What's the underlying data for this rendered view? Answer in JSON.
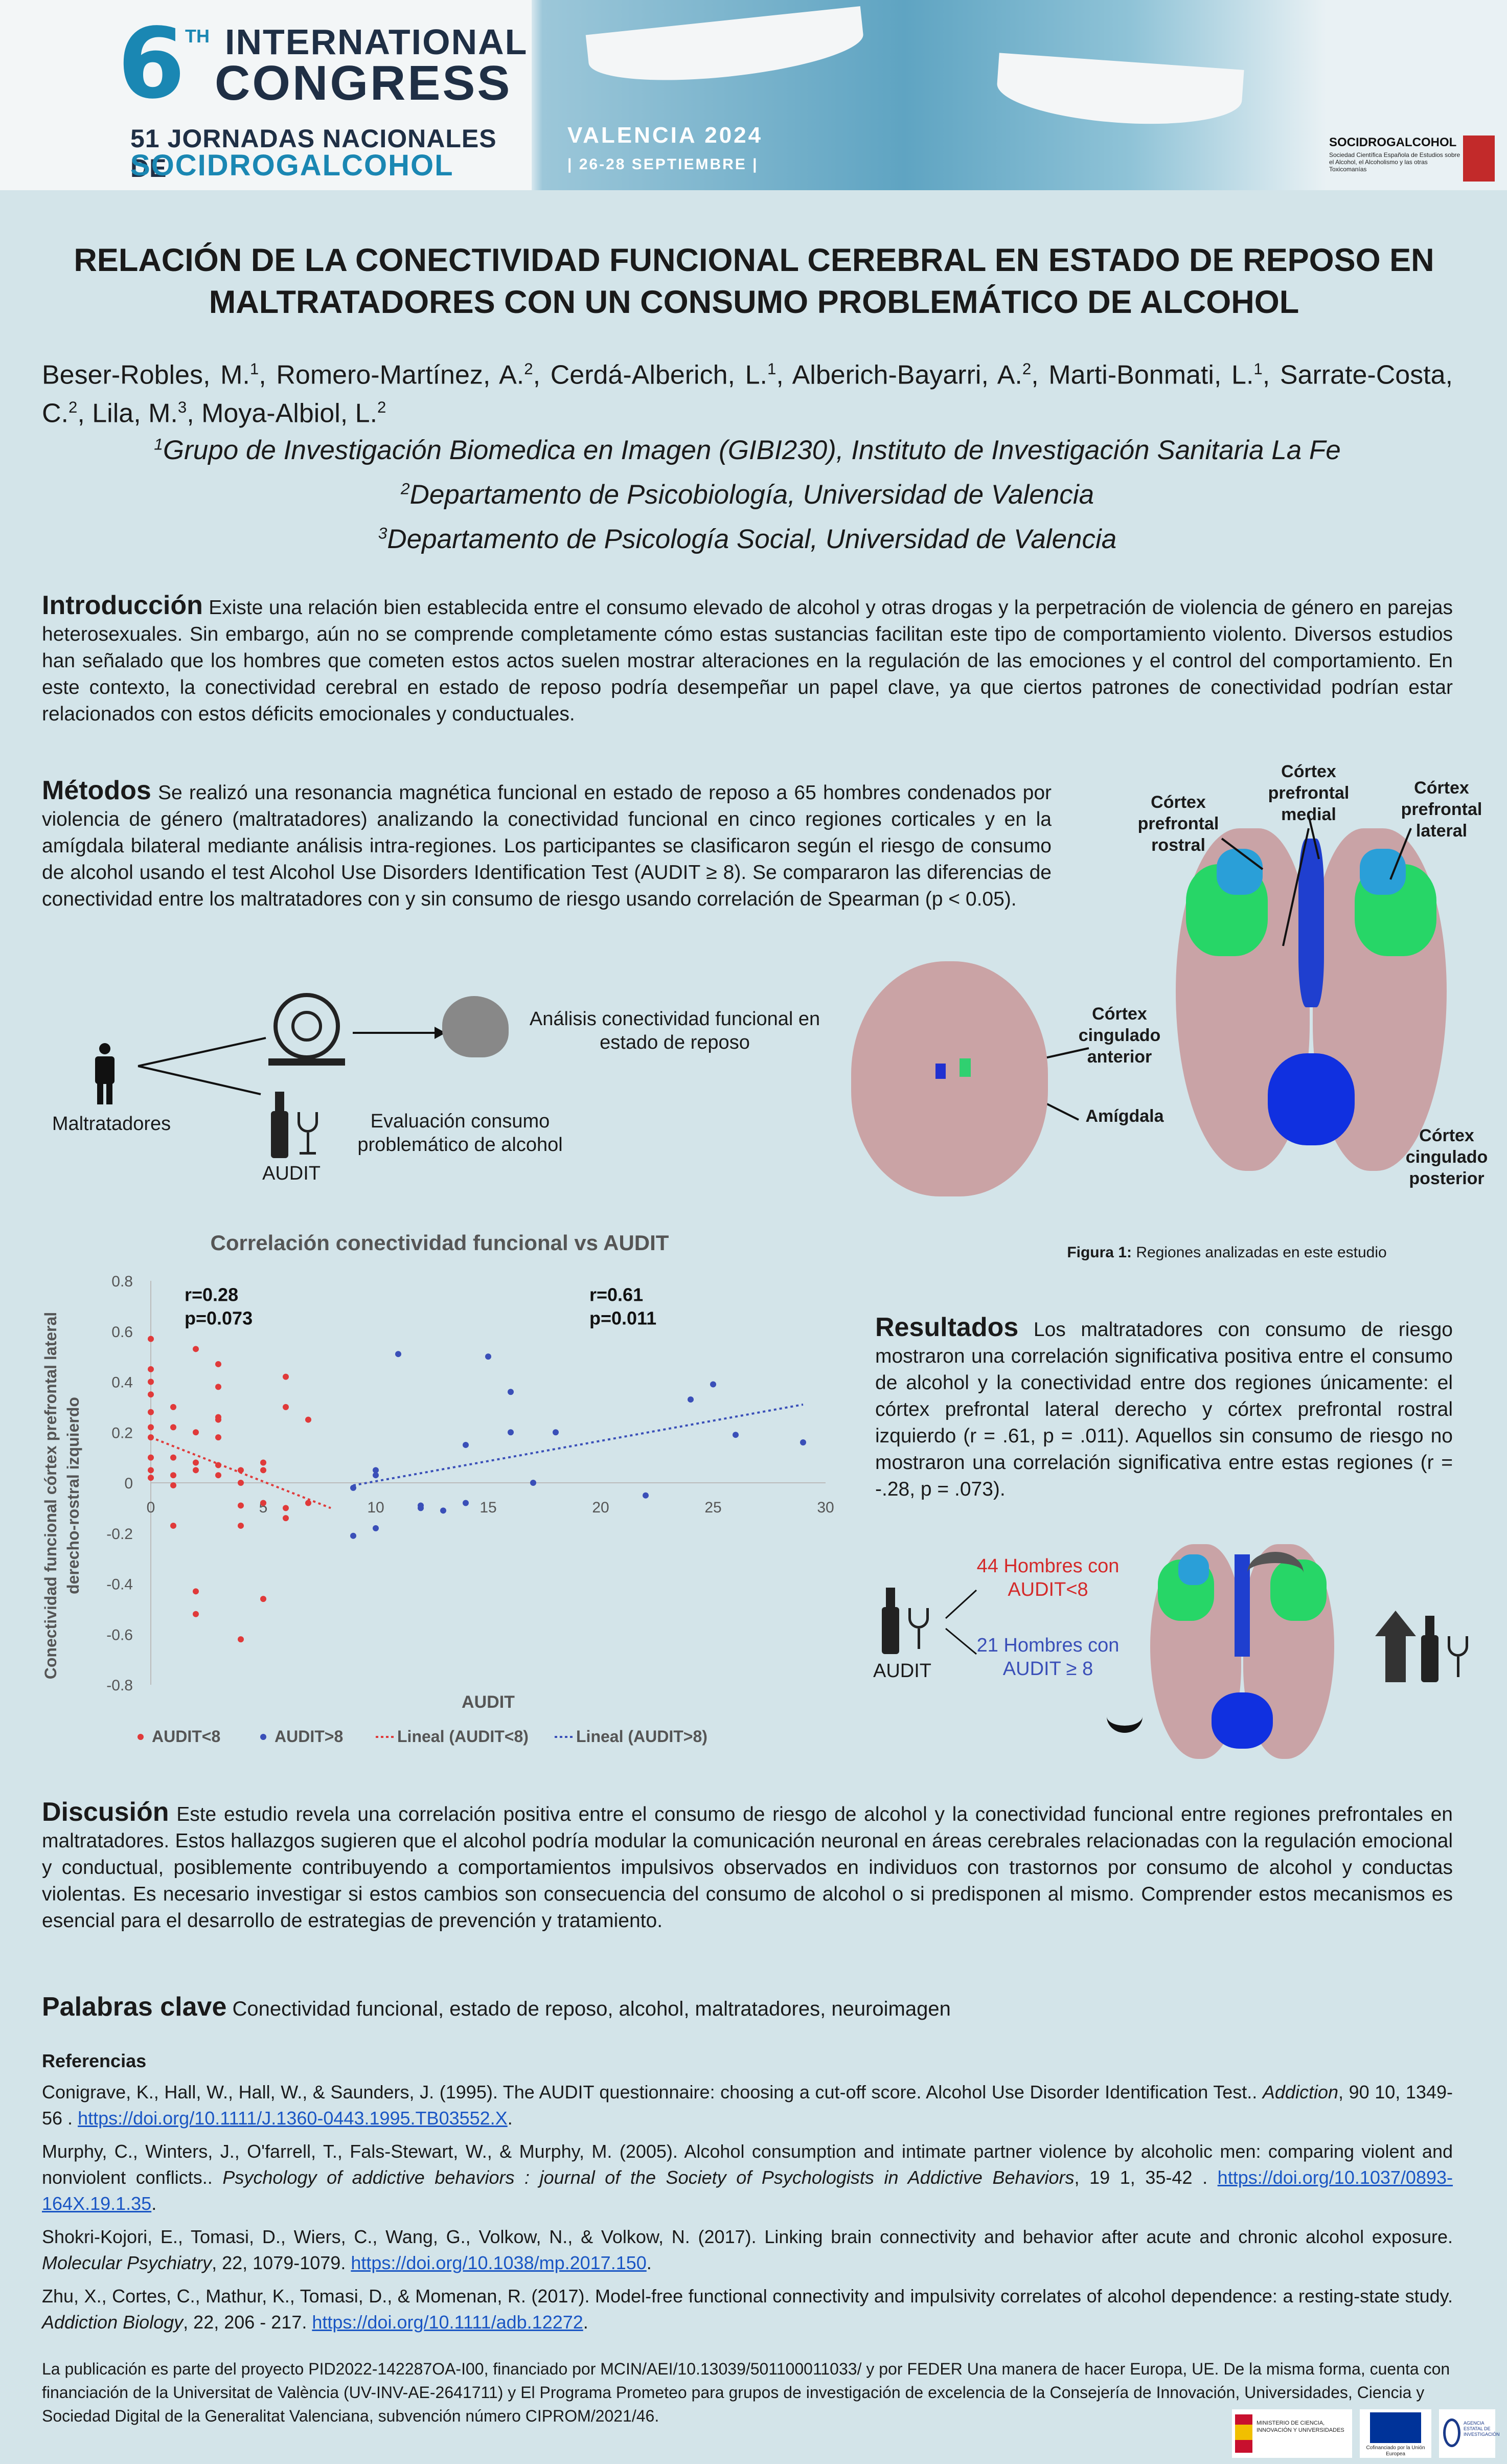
{
  "header": {
    "logo_number": "6",
    "logo_suffix": "TH",
    "logo_line1": "INTERNATIONAL",
    "logo_line2": "CONGRESS",
    "logo_line3": "51 JORNADAS NACIONALES DE",
    "logo_line4": "SOCIDROGALCOHOL",
    "city": "VALENCIA 2024",
    "dates": "| 26-28 SEPTIEMBRE |",
    "org_name": "SOCIDROGALCOHOL",
    "org_subtitle": "Sociedad Científica Española de Estudios sobre el Alcohol, el Alcoholismo y las otras Toxicomanías"
  },
  "title_line1": "RELACIÓN DE LA CONECTIVIDAD FUNCIONAL CEREBRAL EN ESTADO DE REPOSO EN",
  "title_line2": "MALTRATADORES CON UN CONSUMO PROBLEMÁTICO DE ALCOHOL",
  "authors": {
    "a1": "Beser-Robles, M.",
    "s1": "1",
    "a2": ", Romero-Martínez, A.",
    "s2": "2",
    "a3": ", Cerdá-Alberich, L.",
    "s3": "1",
    "a4": ", Alberich-Bayarri, A.",
    "s4": "2",
    "a5": ", Marti-Bonmati, L.",
    "s5": "1",
    "a6": ", Sarrate-Costa, C.",
    "s6": "2",
    "a7": ", Lila, M.",
    "s7": "3",
    "a8": ", Moya-Albiol, L.",
    "s8": "2"
  },
  "affiliations": [
    {
      "sup": "1",
      "text": "Grupo de Investigación Biomedica en Imagen (GIBI230), Instituto de Investigación Sanitaria La Fe"
    },
    {
      "sup": "2",
      "text": "Departamento de Psicobiología, Universidad de Valencia"
    },
    {
      "sup": "3",
      "text": "Departamento de Psicología Social, Universidad de Valencia"
    }
  ],
  "introduction": {
    "heading": "Introducción",
    "text": " Existe una relación bien establecida entre el consumo elevado de alcohol y otras drogas y la perpetración de violencia de género en parejas heterosexuales. Sin embargo, aún no se comprende completamente cómo estas sustancias facilitan este tipo de comportamiento violento. Diversos estudios han señalado que los hombres que cometen estos actos suelen mostrar alteraciones en la regulación de las emociones y el control del comportamiento. En este contexto, la conectividad cerebral en estado de reposo podría desempeñar un papel clave, ya que ciertos patrones de conectividad podrían estar relacionados con estos déficits emocionales y conductuales."
  },
  "methods": {
    "heading": "Métodos",
    "text": " Se realizó una resonancia magnética funcional en estado de reposo a 65 hombres condenados por violencia de género (maltratadores) analizando la conectividad funcional en cinco regiones corticales y en la amígdala bilateral mediante análisis intra-regiones. Los participantes se clasificaron según el riesgo de consumo de alcohol usando el test Alcohol Use Disorders Identification Test (AUDIT ≥ 8). Se compararon las diferencias de conectividad entre los maltratadores con y sin consumo de riesgo usando correlación de Spearman (p < 0.05)."
  },
  "brain_labels": {
    "rostral": "Córtex prefrontal rostral",
    "medial": "Córtex prefrontal medial",
    "lateral": "Córtex prefrontal lateral",
    "cingulate_anterior": "Córtex cingulado anterior",
    "amygdala": "Amígdala",
    "cingulate_posterior": "Córtex cingulado posterior"
  },
  "flow": {
    "subject": "Maltratadores",
    "analysis": "Análisis conectividad funcional en estado de reposo",
    "evaluation": "Evaluación consumo problemático de alcohol",
    "audit": "AUDIT"
  },
  "figure_caption": {
    "label": "Figura 1:",
    "text": " Regiones analizadas en este estudio"
  },
  "results": {
    "heading": "Resultados",
    "text": " Los maltratadores con consumo de riesgo mostraron una correlación significativa positiva entre el consumo de alcohol y la conectividad entre dos regiones únicamente: el córtex prefrontal lateral derecho y córtex prefrontal rostral izquierdo (r = .61, p = .011). Aquellos sin consumo de riesgo no mostraron una correlación significativa entre estas regiones (r = -.28, p = .073)."
  },
  "groups": {
    "audit_label": "AUDIT",
    "low": "44 Hombres con AUDIT<8",
    "high": "21 Hombres con AUDIT ≥ 8",
    "low_color": "#d42a2a",
    "high_color": "#3a4fb8"
  },
  "chart_data": {
    "type": "scatter",
    "title": "Correlación conectividad funcional vs AUDIT",
    "xlabel": "AUDIT",
    "ylabel": "Conectividad funcional córtex prefrontal lateral derecho-rostral izquierdo",
    "xlim": [
      0,
      30
    ],
    "ylim": [
      -0.8,
      0.8
    ],
    "xticks": [
      "0",
      "5",
      "10",
      "15",
      "20",
      "25",
      "30"
    ],
    "yticks": [
      "0.8",
      "0.6",
      "0.4",
      "0.2",
      "0",
      "-0.2",
      "-0.4",
      "-0.6",
      "-0.8"
    ],
    "annotations": [
      {
        "r": "r=0.28",
        "p": "p=0.073"
      },
      {
        "r": "r=0.61",
        "p": "p=0.011"
      }
    ],
    "series": [
      {
        "name": "AUDIT<8",
        "color": "#e03a3a",
        "points": [
          [
            0,
            0.57
          ],
          [
            0,
            0.45
          ],
          [
            0,
            0.4
          ],
          [
            0,
            0.35
          ],
          [
            0,
            0.28
          ],
          [
            0,
            0.22
          ],
          [
            0,
            0.18
          ],
          [
            0,
            0.1
          ],
          [
            0,
            0.05
          ],
          [
            0,
            0.02
          ],
          [
            1,
            0.22
          ],
          [
            1,
            0.1
          ],
          [
            1,
            0.03
          ],
          [
            1,
            -0.01
          ],
          [
            1,
            -0.17
          ],
          [
            1,
            0.3
          ],
          [
            2,
            0.53
          ],
          [
            2,
            0.2
          ],
          [
            2,
            0.08
          ],
          [
            2,
            0.05
          ],
          [
            2,
            -0.43
          ],
          [
            2,
            -0.52
          ],
          [
            3,
            0.47
          ],
          [
            3,
            0.38
          ],
          [
            3,
            0.25
          ],
          [
            3,
            0.18
          ],
          [
            3,
            0.07
          ],
          [
            3,
            0.03
          ],
          [
            3,
            0.26
          ],
          [
            4,
            0.05
          ],
          [
            4,
            0.0
          ],
          [
            4,
            -0.09
          ],
          [
            4,
            -0.17
          ],
          [
            4,
            -0.62
          ],
          [
            5,
            0.08
          ],
          [
            5,
            0.05
          ],
          [
            5,
            -0.08
          ],
          [
            5,
            -0.46
          ],
          [
            6,
            0.42
          ],
          [
            6,
            0.3
          ],
          [
            6,
            -0.1
          ],
          [
            6,
            -0.14
          ],
          [
            7,
            0.25
          ],
          [
            7,
            -0.08
          ]
        ]
      },
      {
        "name": "AUDIT>8",
        "color": "#3a4fb8",
        "points": [
          [
            9,
            -0.02
          ],
          [
            9,
            -0.21
          ],
          [
            10,
            0.05
          ],
          [
            10,
            -0.18
          ],
          [
            11,
            0.51
          ],
          [
            12,
            -0.09
          ],
          [
            13,
            -0.11
          ],
          [
            14,
            0.15
          ],
          [
            14,
            -0.08
          ],
          [
            15,
            0.5
          ],
          [
            16,
            0.36
          ],
          [
            16,
            0.2
          ],
          [
            17,
            0.0
          ],
          [
            18,
            0.2
          ],
          [
            22,
            -0.05
          ],
          [
            24,
            0.33
          ],
          [
            25,
            0.39
          ],
          [
            26,
            0.19
          ],
          [
            29,
            0.16
          ],
          [
            10,
            0.03
          ],
          [
            12,
            -0.1
          ]
        ]
      }
    ],
    "trendlines": [
      {
        "name": "Lineal (AUDIT<8)",
        "color": "#e03a3a",
        "x": [
          0,
          8
        ],
        "y": [
          0.18,
          -0.1
        ]
      },
      {
        "name": "Lineal (AUDIT>8)",
        "color": "#3a4fb8",
        "x": [
          9,
          29
        ],
        "y": [
          -0.01,
          0.31
        ]
      }
    ]
  },
  "discussion": {
    "heading": "Discusión",
    "text": " Este estudio revela una correlación positiva entre el consumo de riesgo de alcohol y la conectividad funcional entre regiones prefrontales en maltratadores. Estos hallazgos sugieren que el alcohol podría modular la comunicación neuronal en áreas cerebrales relacionadas con la regulación emocional y conductual, posiblemente contribuyendo a comportamientos impulsivos observados en individuos con trastornos por consumo de alcohol y conductas violentas. Es necesario investigar si estos cambios son consecuencia del consumo de alcohol o si predisponen al mismo. Comprender estos mecanismos es esencial para el desarrollo de estrategias de prevención y tratamiento."
  },
  "keywords": {
    "heading": "Palabras clave",
    "text": " Conectividad funcional, estado de reposo, alcohol, maltratadores, neuroimagen"
  },
  "references": {
    "heading": "Referencias",
    "items": [
      {
        "pre": "Conigrave, K., Hall, W., Hall, W., & Saunders, J. (1995). The AUDIT questionnaire: choosing a cut-off score. Alcohol Use Disorder Identification Test.. ",
        "journal": "Addiction",
        "post": ", 90 10, 1349-56 . ",
        "doi": "https://doi.org/10.1111/J.1360-0443.1995.TB03552.X",
        "end": "."
      },
      {
        "pre": "Murphy, C., Winters, J., O'farrell, T., Fals-Stewart, W., & Murphy, M. (2005). Alcohol consumption and intimate partner violence by alcoholic men: comparing violent and nonviolent conflicts.. ",
        "journal": "Psychology of addictive behaviors : journal of the Society of Psychologists in Addictive Behaviors",
        "post": ", 19 1, 35-42 . ",
        "doi": "https://doi.org/10.1037/0893-164X.19.1.35",
        "end": "."
      },
      {
        "pre": "Shokri-Kojori, E., Tomasi, D., Wiers, C., Wang, G., Volkow, N., & Volkow, N. (2017). Linking brain connectivity and behavior after acute and chronic alcohol exposure. ",
        "journal": "Molecular Psychiatry",
        "post": ", 22, 1079-1079. ",
        "doi": "https://doi.org/10.1038/mp.2017.150",
        "end": "."
      },
      {
        "pre": "Zhu, X., Cortes, C., Mathur, K., Tomasi, D., & Momenan, R. (2017). Model-free functional connectivity and impulsivity correlates of alcohol dependence: a resting-state study. ",
        "journal": "Addiction Biology",
        "post": ", 22, 206 - 217. ",
        "doi": "https://doi.org/10.1111/adb.12272",
        "end": "."
      }
    ]
  },
  "funding": "La publicación es parte del proyecto PID2022-142287OA-I00, financiado por MCIN/AEI/10.13039/501100011033/ y por FEDER Una manera de hacer Europa, UE. De la misma forma, cuenta con financiación de la Universitat de València (UV-INV-AE-2641711) y El Programa Prometeo para grupos de investigación de excelencia de la Consejería de Innovación, Universidades, Ciencia y Sociedad Digital de la Generalitat Valenciana, subvención número CIPROM/2021/46.",
  "footer_logos": {
    "ministry": "MINISTERIO DE CIENCIA, INNOVACIÓN Y UNIVERSIDADES",
    "eu": "Cofinanciado por la Unión Europea",
    "agency": "AGENCIA ESTATAL DE INVESTIGACIÓN"
  }
}
